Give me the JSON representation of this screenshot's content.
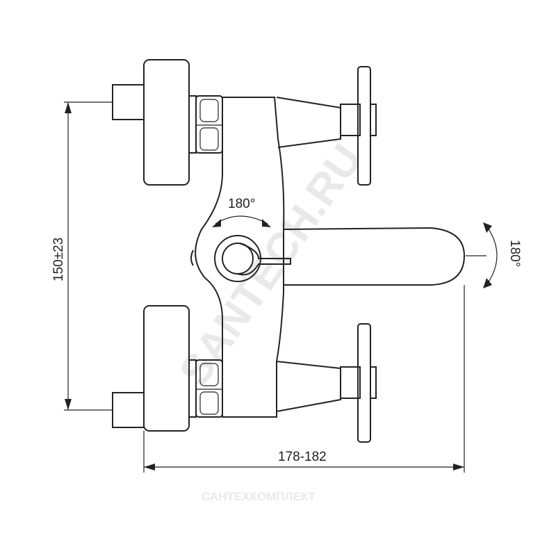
{
  "drawing": {
    "rotation_label_handle": "180°",
    "rotation_label_spout": "180°",
    "height_dimension": "150±23",
    "width_dimension": "178-182"
  },
  "watermarks": {
    "diagonal": "SANTECH.RU",
    "bottom": "САНТЕХКОМПЛЕКТ"
  }
}
